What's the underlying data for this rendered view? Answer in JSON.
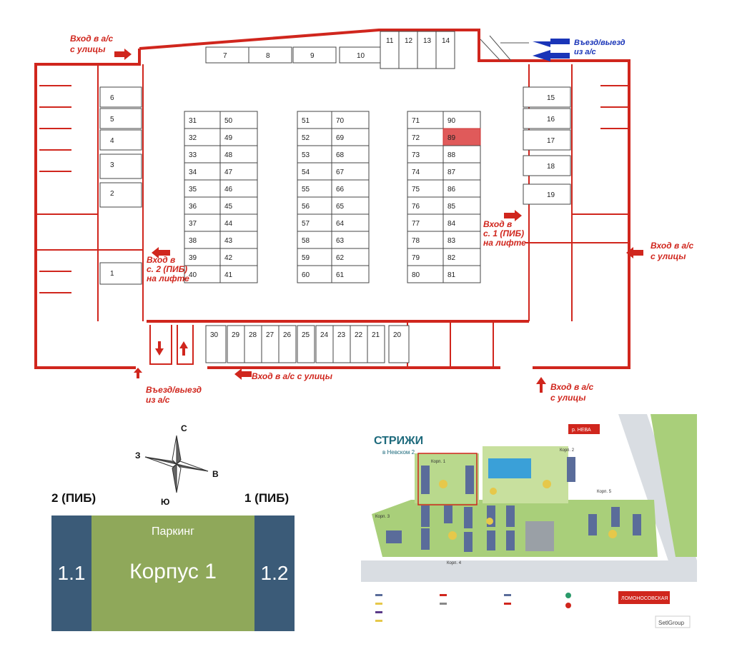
{
  "floorplan": {
    "top_slots": [
      "7",
      "8",
      "9",
      "10"
    ],
    "corner_slots": [
      "11",
      "12",
      "13",
      "14"
    ],
    "left_slots": [
      "6",
      "5",
      "4",
      "3",
      "2",
      "1"
    ],
    "right_slots": [
      "15",
      "16",
      "17",
      "18",
      "19"
    ],
    "bottom_slots": [
      "30",
      "29",
      "28",
      "27",
      "26",
      "25",
      "24",
      "23",
      "22",
      "21",
      "20"
    ],
    "grid_col1": [
      "31",
      "32",
      "33",
      "34",
      "35",
      "36",
      "37",
      "38",
      "39",
      "40"
    ],
    "grid_col2": [
      "50",
      "49",
      "48",
      "47",
      "46",
      "45",
      "44",
      "43",
      "42",
      "41"
    ],
    "grid_col3": [
      "51",
      "52",
      "53",
      "54",
      "55",
      "56",
      "57",
      "58",
      "59",
      "60"
    ],
    "grid_col4": [
      "70",
      "69",
      "68",
      "67",
      "66",
      "65",
      "64",
      "63",
      "62",
      "61"
    ],
    "grid_col5": [
      "71",
      "72",
      "73",
      "74",
      "75",
      "76",
      "77",
      "78",
      "79",
      "80"
    ],
    "grid_col6": [
      "90",
      "89",
      "88",
      "87",
      "86",
      "85",
      "84",
      "83",
      "82",
      "81"
    ],
    "highlighted_slot": "89",
    "entrance_top_left": [
      "Вход в а/с",
      "с улицы"
    ],
    "entrance_top_right": [
      "Въезд/выезд",
      "из а/с"
    ],
    "entrance_right": [
      "Вход в а/с",
      "с улицы"
    ],
    "entrance_lift_2": [
      "Вход в",
      "с. 2 (ПИБ)",
      "на лифте"
    ],
    "entrance_lift_1": [
      "Вход в",
      "с. 1 (ПИБ)",
      "на лифте"
    ],
    "entrance_bottom_left": [
      "Въезд/выезд",
      "из а/с"
    ],
    "entrance_bottom_center": "Вход в а/с с улицы",
    "entrance_bottom_right": [
      "Вход в а/с",
      "с улицы"
    ],
    "colors": {
      "wall": "#d0261d",
      "highlight": "#e05a5a",
      "blue_arrow": "#1a35b8"
    }
  },
  "compass": {
    "north": "С",
    "south": "Ю",
    "west": "З",
    "east": "В"
  },
  "building_scheme": {
    "label_left": "2 (ПИБ)",
    "label_right": "1 (ПИБ)",
    "section_left": "1.1",
    "section_right": "1.2",
    "center_top": "Паркинг",
    "center_main": "Корпус 1",
    "colors": {
      "section": "#3b5b78",
      "center": "#8fa85a"
    }
  },
  "site_plan": {
    "brand_title": "СТРИЖИ",
    "brand_subtitle": "в Невском 2",
    "river_badge": "р. НЕВА",
    "metro_badge": "ЛОМОНОСОВСКАЯ",
    "developer": "SetlGroup",
    "corp_labels": [
      "Корп. 1",
      "Корп. 2",
      "Корп. 3",
      "Корп. 4",
      "Корп. 5"
    ],
    "colors": {
      "road": "#d9dde2",
      "green": "#a9cf7a",
      "building": "#5a6c9a",
      "outline": "#d0261d"
    }
  }
}
